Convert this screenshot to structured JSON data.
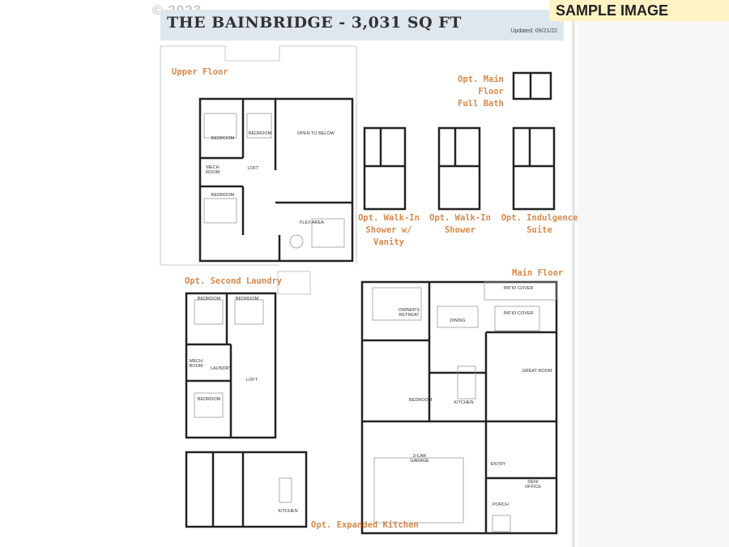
{
  "banner": {
    "sample_label": "SAMPLE IMAGE"
  },
  "header": {
    "copyright": "© 2023",
    "title": "THE BAINBRIDGE - 3,031 SQ FT",
    "updated": "Updated: 09/21/22"
  },
  "labels": {
    "upper_floor": "Upper Floor",
    "opt_main_floor_bath_1": "Opt. Main Floor",
    "opt_main_floor_bath_2": "Full Bath",
    "opt_walkin_vanity_1": "Opt. Walk-In",
    "opt_walkin_vanity_2": "Shower w/ Vanity",
    "opt_walkin_shower_1": "Opt. Walk-In",
    "opt_walkin_shower_2": "Shower",
    "opt_indulgence_1": "Opt. Indulgence",
    "opt_indulgence_2": "Suite",
    "opt_second_laundry": "Opt. Second Laundry",
    "main_floor": "Main Floor",
    "opt_expanded_kitchen": "Opt. Expanded Kitchen"
  },
  "rooms": {
    "upper_bedroom_1": "BEDROOM",
    "upper_bedroom_2": "BEDROOM",
    "upper_bedroom_3": "BEDROOM",
    "upper_loft": "LOFT",
    "upper_mech": "MECH ROOM",
    "upper_flex": "FLEX AREA",
    "upper_open": "OPEN TO BELOW",
    "sl_bedroom_1": "BEDROOM",
    "sl_bedroom_2": "BEDROOM",
    "sl_bedroom_3": "BEDROOM",
    "sl_mech": "MECH ROOM",
    "sl_laundry": "LAUNDRY",
    "sl_loft": "LOFT",
    "main_owners": "OWNER'S RETREAT",
    "main_dining": "DINING",
    "main_patio": "PATIO COVER",
    "main_patio_ext": "PATIO COVER",
    "main_great": "GREAT ROOM",
    "main_kitchen": "KITCHEN",
    "main_garage": "3-CAR GARAGE",
    "main_entry": "ENTRY",
    "main_den": "DEN/ OFFICE",
    "main_porch": "PORCH",
    "main_bedroom": "BEDROOM",
    "ek_kitchen": "KITCHEN"
  }
}
